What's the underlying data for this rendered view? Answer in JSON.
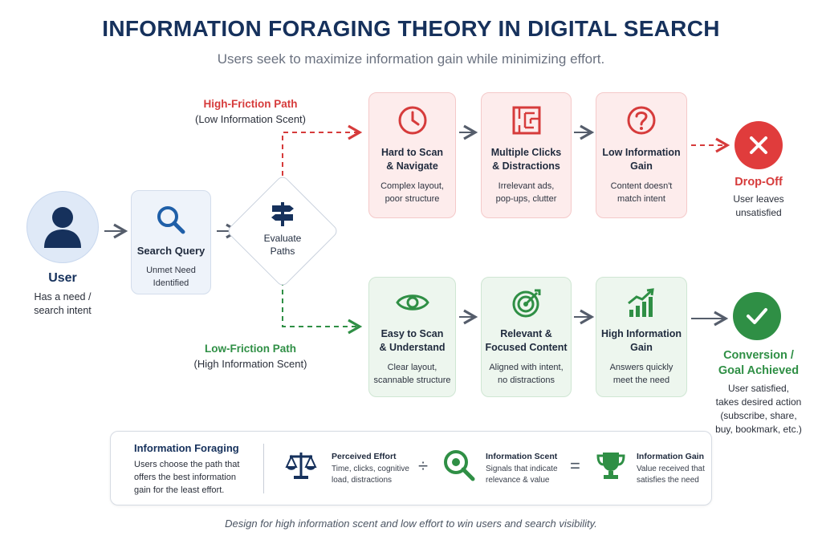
{
  "title": "INFORMATION FORAGING THEORY IN DIGITAL SEARCH",
  "subtitle": "Users seek to maximize information gain while minimizing effort.",
  "high_path": {
    "head": "High-Friction Path",
    "sub": "(Low Information Scent)"
  },
  "low_path": {
    "head": "Low-Friction Path",
    "sub": "(High Information Scent)"
  },
  "user": {
    "label": "User",
    "desc": [
      "Has a need /",
      "search intent"
    ]
  },
  "search": {
    "title": "Search Query",
    "desc": [
      "Unmet Need",
      "Identified"
    ]
  },
  "evaluate": {
    "title": [
      "Evaluate",
      "Paths"
    ]
  },
  "high_steps": [
    {
      "icon": "clock-icon",
      "title": [
        "Hard to Scan",
        "& Navigate"
      ],
      "desc": [
        "Complex layout,",
        "poor structure"
      ]
    },
    {
      "icon": "maze-icon",
      "title": [
        "Multiple Clicks",
        "& Distractions"
      ],
      "desc": [
        "Irrelevant ads,",
        "pop-ups, clutter"
      ]
    },
    {
      "icon": "question-icon",
      "title": [
        "Low Information",
        "Gain"
      ],
      "desc": [
        "Content doesn't",
        "match intent"
      ]
    }
  ],
  "low_steps": [
    {
      "icon": "eye-icon",
      "title": [
        "Easy to Scan",
        "& Understand"
      ],
      "desc": [
        "Clear layout,",
        "scannable structure"
      ]
    },
    {
      "icon": "target-icon",
      "title": [
        "Relevant &",
        "Focused Content"
      ],
      "desc": [
        "Aligned with intent,",
        "no distractions"
      ]
    },
    {
      "icon": "growth-chart-icon",
      "title": [
        "High Information",
        "Gain"
      ],
      "desc": [
        "Answers quickly",
        "meet the need"
      ]
    }
  ],
  "dropoff": {
    "title": "Drop-Off",
    "desc": [
      "User leaves",
      "unsatisfied"
    ]
  },
  "conversion": {
    "title": [
      "Conversion /",
      "Goal Achieved"
    ],
    "desc": [
      "User satisfied,",
      "takes desired action",
      "(subscribe, share,",
      "buy, bookmark, etc.)"
    ]
  },
  "panel": {
    "title": "Information Foraging",
    "text": [
      "Users choose the path that",
      "offers the best information",
      "gain for the least effort."
    ],
    "metrics": [
      {
        "icon": "scales-icon",
        "title": "Perceived Effort",
        "desc": [
          "Time, clicks, cognitive",
          "load, distractions"
        ]
      },
      {
        "icon": "magnifier-icon",
        "title": "Information Scent",
        "desc": [
          "Signals that indicate",
          "relevance & value"
        ]
      },
      {
        "icon": "trophy-icon",
        "title": "Information Gain",
        "desc": [
          "Value received that",
          "satisfies the need"
        ]
      }
    ],
    "op1": "÷",
    "op2": "="
  },
  "footer": "Design for high information scent and low effort to win users and search visibility.",
  "colors": {
    "navy": "#16315c",
    "red": "#d63b3b",
    "green": "#2f8f45",
    "blue_icon": "#1f5fa8"
  }
}
